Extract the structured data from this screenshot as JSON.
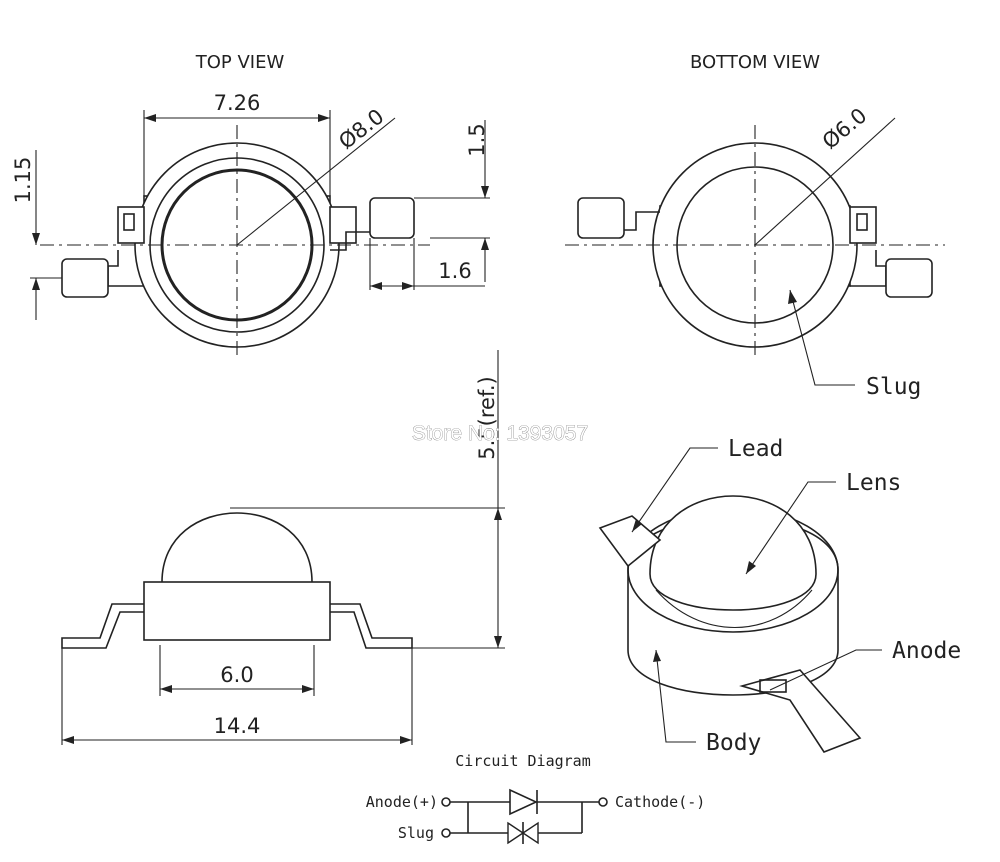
{
  "views": {
    "top_title": "TOP VIEW",
    "bottom_title": "BOTTOM VIEW"
  },
  "dimensions": {
    "width_top": "7.26",
    "lens_diameter": "Ø8.0",
    "lead_offset": "1.5",
    "left_offset": "1.15",
    "lead_width": "1.6",
    "slug_diameter": "Ø6.0",
    "height": "5.5(ref.)",
    "slug_width": "6.0",
    "total_length": "14.4"
  },
  "callouts": {
    "slug": "Slug",
    "lead": "Lead",
    "lens": "Lens",
    "anode": "Anode",
    "body": "Body"
  },
  "circuit": {
    "title": "Circuit Diagram",
    "anode_label": "Anode(+)",
    "cathode_label": "Cathode(-)",
    "slug_label": "Slug"
  },
  "watermark": "Store No: 1393057"
}
